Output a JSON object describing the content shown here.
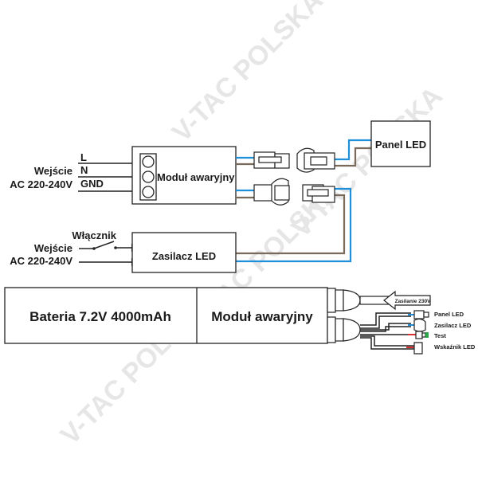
{
  "watermark": "V-TAC POLSKA",
  "top_diagram": {
    "input_terminals": [
      "L",
      "N",
      "GND"
    ],
    "input_label_line1": "Wejście",
    "input_label_line2": "AC 220-240V",
    "emergency_module_label": "Moduł awaryjny",
    "panel_label": "Panel LED"
  },
  "middle_diagram": {
    "switch_label": "Włącznik",
    "input_label_line1": "Wejście",
    "input_label_line2": "AC 220-240V",
    "driver_label": "Zasilacz LED"
  },
  "bottom_unit": {
    "battery_label": "Bateria 7.2V 4000mAh",
    "module_label": "Moduł awaryjny",
    "supply_arrow_label": "Zasilanie 230V",
    "leads": [
      "Panel LED",
      "Zasilacz LED",
      "Test",
      "Wskaźnik LED"
    ]
  },
  "colors": {
    "live_wire": "#1e8fd8",
    "neutral_wire": "#7a6a5a",
    "test_button": "#2aa84a",
    "indicator_wire": "#d83030"
  }
}
